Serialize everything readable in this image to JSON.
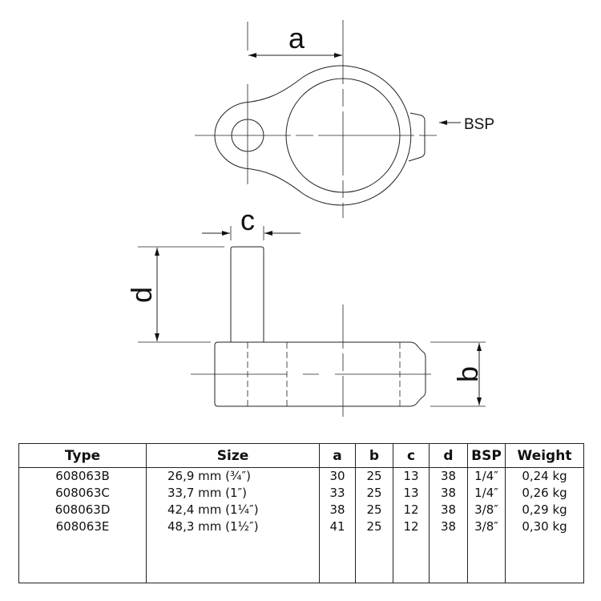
{
  "drawing": {
    "dimension_labels": {
      "a": "a",
      "b": "b",
      "c": "c",
      "d": "d",
      "bsp": "BSP"
    }
  },
  "table": {
    "headers": [
      "Type",
      "Size",
      "a",
      "b",
      "c",
      "d",
      "BSP",
      "Weight"
    ],
    "rows": [
      [
        "608063B",
        "26,9 mm (¾″)",
        "30",
        "25",
        "13",
        "38",
        "1/4″",
        "0,24 kg"
      ],
      [
        "608063C",
        "33,7 mm (1″)",
        "33",
        "25",
        "13",
        "38",
        "1/4″",
        "0,26 kg"
      ],
      [
        "608063D",
        "42,4 mm (1¼″)",
        "38",
        "25",
        "12",
        "38",
        "3/8″",
        "0,29 kg"
      ],
      [
        "608063E",
        "48,3 mm (1½″)",
        "41",
        "25",
        "12",
        "38",
        "3/8″",
        "0,30 kg"
      ]
    ]
  }
}
